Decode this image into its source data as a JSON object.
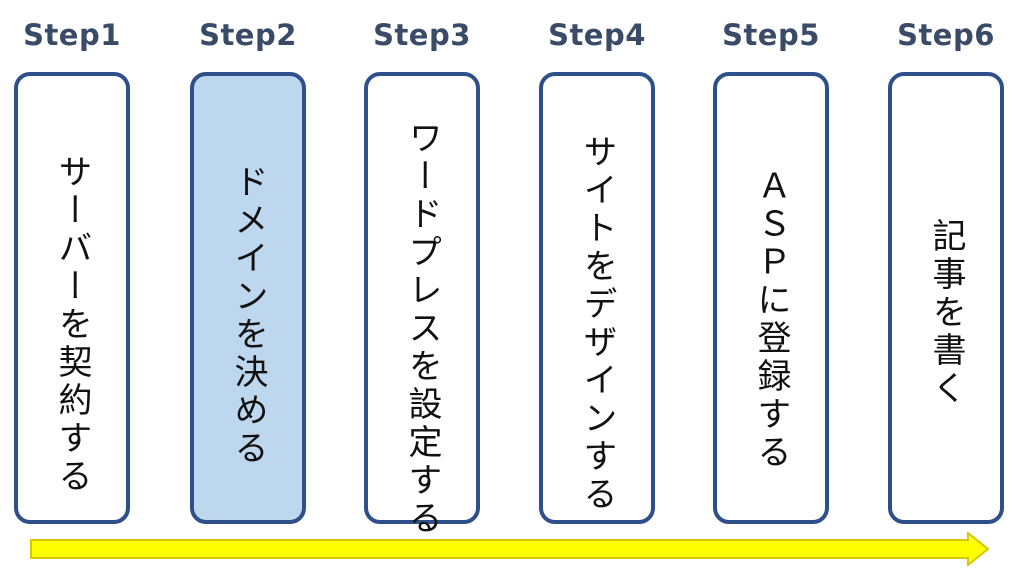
{
  "colors": {
    "step_label": "#3a4b68",
    "card_border": "#2f4f8a",
    "card_fill": "#ffffff",
    "card_highlight": "#bdd7ee",
    "arrow_fill": "#ffff00",
    "arrow_stroke": "#d6c800"
  },
  "steps": [
    {
      "label": "Step1",
      "text": "サーバーを契約する",
      "highlighted": false
    },
    {
      "label": "Step2",
      "text": "ドメインを決める",
      "highlighted": true
    },
    {
      "label": "Step3",
      "text": "ワードプレスを設定する",
      "highlighted": false
    },
    {
      "label": "Step4",
      "text": "サイトをデザインする",
      "highlighted": false
    },
    {
      "label": "Step5",
      "text": "ＡＳＰに登録する",
      "highlighted": false
    },
    {
      "label": "Step6",
      "text": "記事を書く",
      "highlighted": false
    }
  ],
  "arrow": {
    "icon": "right-arrow-icon"
  }
}
